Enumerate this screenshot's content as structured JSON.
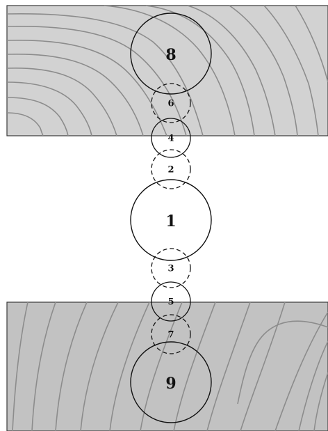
{
  "figure": {
    "blocks": [
      {
        "id": "top-block",
        "fill": "#d2d2d2",
        "stroke": "#3a3a3a"
      },
      {
        "id": "bottom-block",
        "fill": "#c2c2c2",
        "stroke": "#3a3a3a"
      }
    ],
    "contour_color": "#8c8c8c",
    "circles": [
      {
        "label": "8",
        "style": "solid"
      },
      {
        "label": "6",
        "style": "dashed"
      },
      {
        "label": "4",
        "style": "solid"
      },
      {
        "label": "2",
        "style": "dashed"
      },
      {
        "label": "1",
        "style": "solid"
      },
      {
        "label": "3",
        "style": "dashed"
      },
      {
        "label": "5",
        "style": "solid"
      },
      {
        "label": "7",
        "style": "dashed"
      },
      {
        "label": "9",
        "style": "solid"
      }
    ]
  }
}
